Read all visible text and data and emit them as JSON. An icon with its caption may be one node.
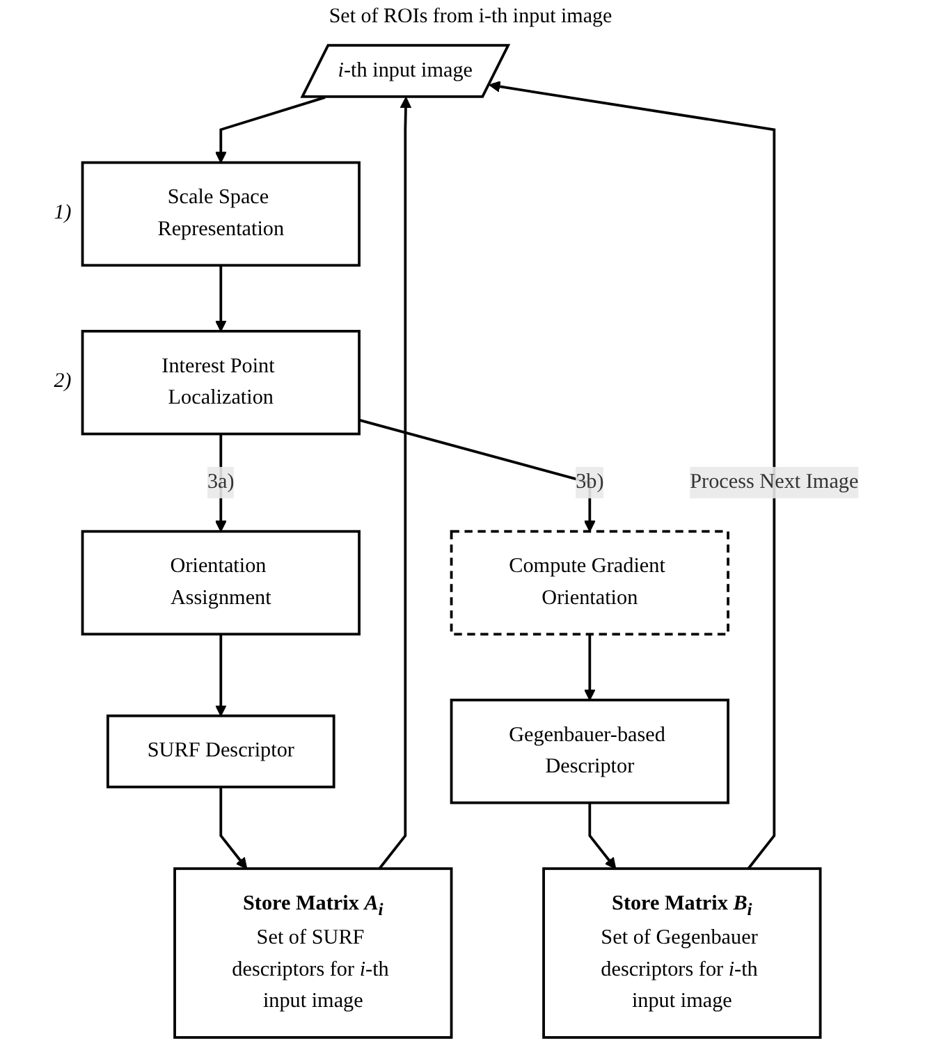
{
  "diagram": {
    "nodes": [
      {
        "text": [
          "*i*-th input image"
        ]
      },
      {
        "text": [
          "Scale Space Representation"
        ],
        "beside": [
          "1)"
        ]
      },
      {
        "text": [
          "Interest Point Localization"
        ],
        "beside": [
          "2)"
        ]
      },
      {
        "text": [
          "Orientation Assignment"
        ]
      },
      {
        "text": [
          "Compute Gradient Orientation"
        ]
      },
      {
        "text": [
          "SURF Descriptor"
        ]
      },
      {
        "text": [
          "Gegenbauer-based Descriptor"
        ]
      },
      {
        "text": [
          "Store Matrix *A$_{i}$*",
          "Set of SURF descriptors for *i*-th input image"
        ]
      },
      {
        "text": [
          "Store Matrix *B$_{i}$*",
          "Set of Gegenbauer descriptors for *i*-th input image"
        ]
      }
    ],
    "edges": [
      {
        "from": 0,
        "to": 1,
        "arrow": "to"
      },
      {
        "from": 1,
        "to": 2,
        "arrow": "to"
      },
      {
        "from": 2,
        "to": 3,
        "arrow": "to",
        "label": "3a)"
      },
      {
        "from": 2,
        "to": 4,
        "arrow": "to",
        "label": "3b)"
      },
      {
        "from": 3,
        "to": 5,
        "arrow": "to"
      },
      {
        "from": 4,
        "to": 6,
        "arrow": "to"
      },
      {
        "from": 5,
        "to": 7,
        "arrow": "to"
      },
      {
        "from": 6,
        "to": 8,
        "arrow": "to"
      },
      {
        "from": 7,
        "to": 0,
        "arrow": "to"
      },
      {
        "from": 8,
        "to": 0,
        "arrow": "to",
        "label": "Process Next Image"
      }
    ],
    "labels": [
      "Set of ROIs from i-th input image"
    ]
  }
}
